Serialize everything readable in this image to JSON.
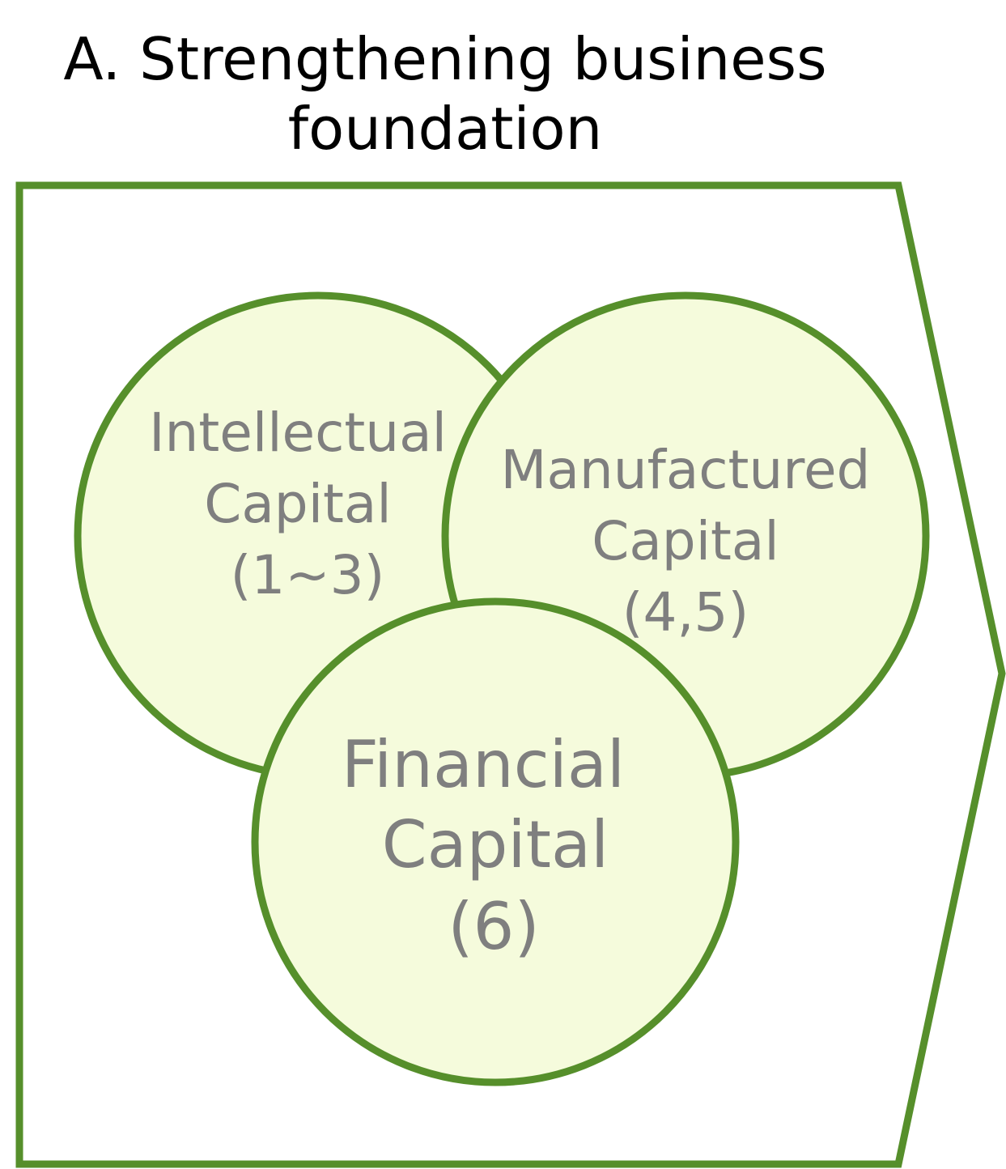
{
  "title": {
    "line1": "A. Strengthening business",
    "line2": "foundation"
  },
  "colors": {
    "stroke": "#568F2B",
    "circle_fill": "#F5FBDC",
    "label_text": "#7F7F7F"
  },
  "circles": [
    {
      "id": "intellectual",
      "line1": "Intellectual",
      "line2": "Capital",
      "line3": "(1~3)"
    },
    {
      "id": "manufactured",
      "line1": "Manufactured",
      "line2": "Capital",
      "line3": "(4,5)"
    },
    {
      "id": "financial",
      "line1": "Financial",
      "line2": "Capital",
      "line3": "(6)"
    }
  ]
}
